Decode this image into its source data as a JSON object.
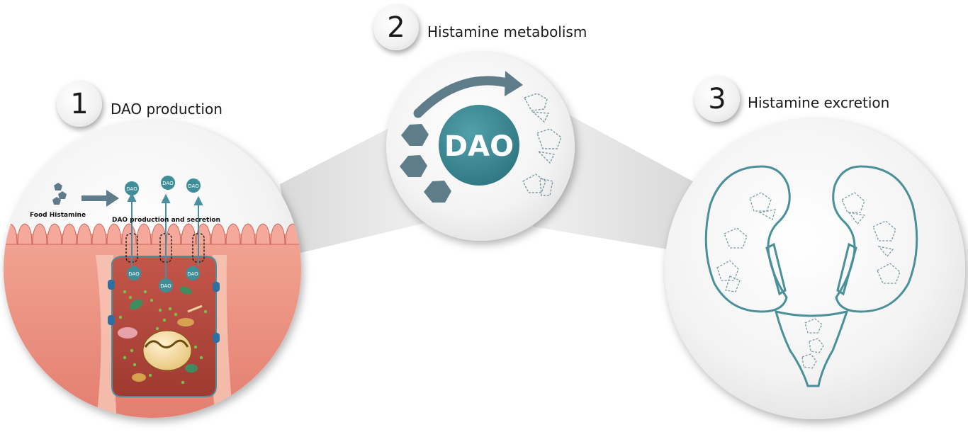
{
  "steps": [
    {
      "number": "1",
      "title": "DAO production"
    },
    {
      "number": "2",
      "title": "Histamine metabolism"
    },
    {
      "number": "3",
      "title": "Histamine excretion"
    }
  ],
  "intestine": {
    "food_label": "Food Histamine",
    "production_label": "DAO production and secretion",
    "dao_label": "DAO"
  },
  "metabolism": {
    "center_label": "DAO"
  },
  "colors": {
    "teal": "#3f8d97",
    "teal_dark": "#2f6f78",
    "slate": "#5f7c8a",
    "tissue": "#e8877c",
    "tissue_light": "#f6b7aa",
    "cell": "#b5493e",
    "organ_outline": "#4a9099"
  },
  "icons": [
    "histamine-pentagon-icon",
    "dashed-histamine-fragment-icon",
    "arrow-icon"
  ]
}
